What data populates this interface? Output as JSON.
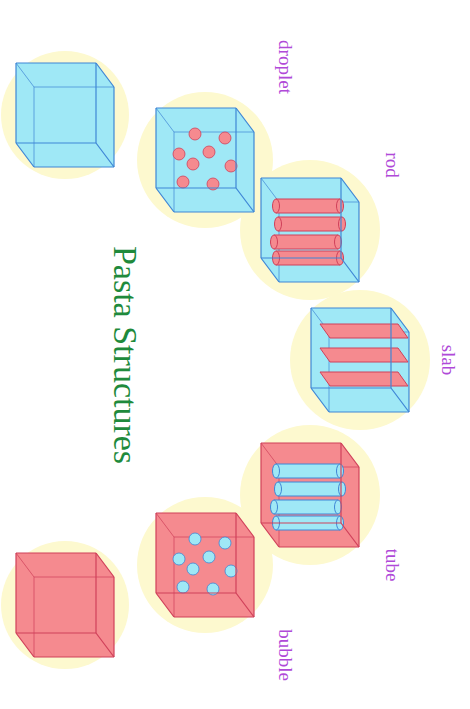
{
  "diagram": {
    "title": "Pasta Structures",
    "labels": [
      "droplet",
      "rod",
      "slab",
      "tube",
      "bubble"
    ]
  }
}
